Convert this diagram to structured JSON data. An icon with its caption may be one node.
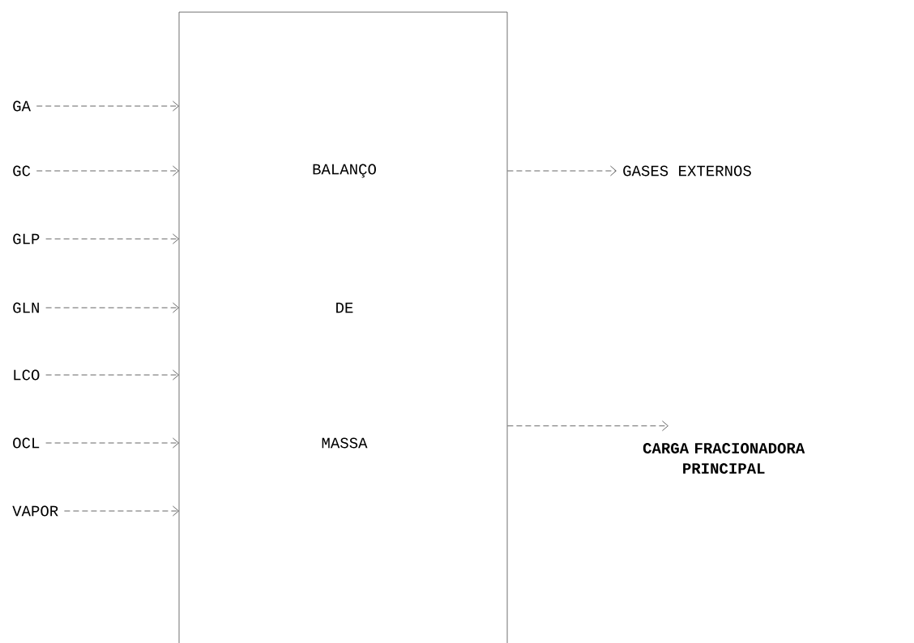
{
  "diagram": {
    "nodes": [
      {
        "text": [
          "BALANÇO",
          "DE",
          "MASSA"
        ]
      },
      {
        "text": [
          "GA"
        ]
      },
      {
        "text": [
          "GC"
        ]
      },
      {
        "text": [
          "GLP"
        ]
      },
      {
        "text": [
          "GLN"
        ]
      },
      {
        "text": [
          "LCO"
        ]
      },
      {
        "text": [
          "OCL"
        ]
      },
      {
        "text": [
          "VAPOR"
        ]
      },
      {
        "text": [
          "GASES EXTERNOS"
        ]
      },
      {
        "text": [
          "CARGA FRACIONADORA PRINCIPAL"
        ]
      }
    ],
    "edges": [
      {
        "from": 1,
        "to": 0,
        "arrow": "to",
        "style": "dashed"
      },
      {
        "from": 2,
        "to": 0,
        "arrow": "to",
        "style": "dashed"
      },
      {
        "from": 3,
        "to": 0,
        "arrow": "to",
        "style": "dashed"
      },
      {
        "from": 4,
        "to": 0,
        "arrow": "to",
        "style": "dashed"
      },
      {
        "from": 5,
        "to": 0,
        "arrow": "to",
        "style": "dashed"
      },
      {
        "from": 6,
        "to": 0,
        "arrow": "to",
        "style": "dashed"
      },
      {
        "from": 7,
        "to": 0,
        "arrow": "to",
        "style": "dashed"
      },
      {
        "from": 0,
        "to": 8,
        "arrow": "to",
        "style": "dashed"
      },
      {
        "from": 0,
        "to": 9,
        "arrow": "to",
        "style": "dashed"
      }
    ]
  }
}
